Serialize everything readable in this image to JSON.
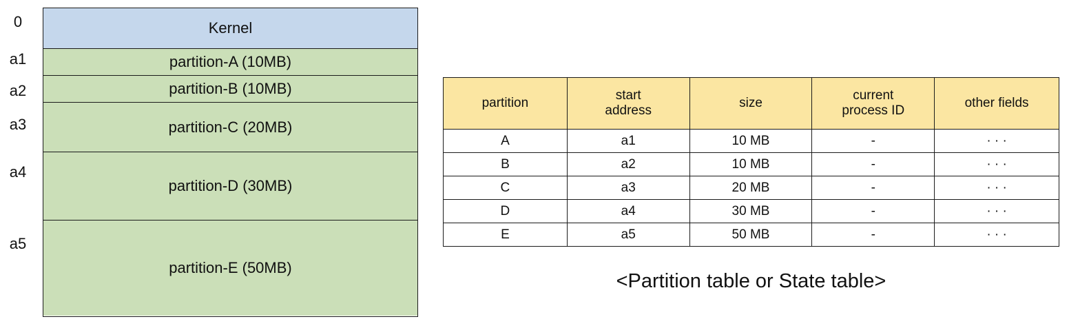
{
  "memory": {
    "address_labels": [
      "0",
      "a1",
      "a2",
      "a3",
      "a4",
      "a5"
    ],
    "blocks": [
      {
        "label": "Kernel",
        "kind": "kernel"
      },
      {
        "label": "partition-A (10MB)",
        "kind": "partition"
      },
      {
        "label": "partition-B (10MB)",
        "kind": "partition"
      },
      {
        "label": "partition-C (20MB)",
        "kind": "partition"
      },
      {
        "label": "partition-D (30MB)",
        "kind": "partition"
      },
      {
        "label": "partition-E (50MB)",
        "kind": "partition"
      }
    ]
  },
  "table": {
    "headers": [
      [
        "partition"
      ],
      [
        "start",
        "address"
      ],
      [
        "size"
      ],
      [
        "current",
        "process ID"
      ],
      [
        "other fields"
      ]
    ],
    "rows": [
      [
        "A",
        "a1",
        "10 MB",
        "-",
        "· · ·"
      ],
      [
        "B",
        "a2",
        "10 MB",
        "-",
        "· · ·"
      ],
      [
        "C",
        "a3",
        "20 MB",
        "-",
        "· · ·"
      ],
      [
        "D",
        "a4",
        "30 MB",
        "-",
        "· · ·"
      ],
      [
        "E",
        "a5",
        "50 MB",
        "-",
        "· · ·"
      ]
    ]
  },
  "caption": "<Partition table or State table>",
  "colors": {
    "kernel": "#c5d7ec",
    "partition": "#cbdfb8",
    "table_header": "#fbe6a2"
  }
}
